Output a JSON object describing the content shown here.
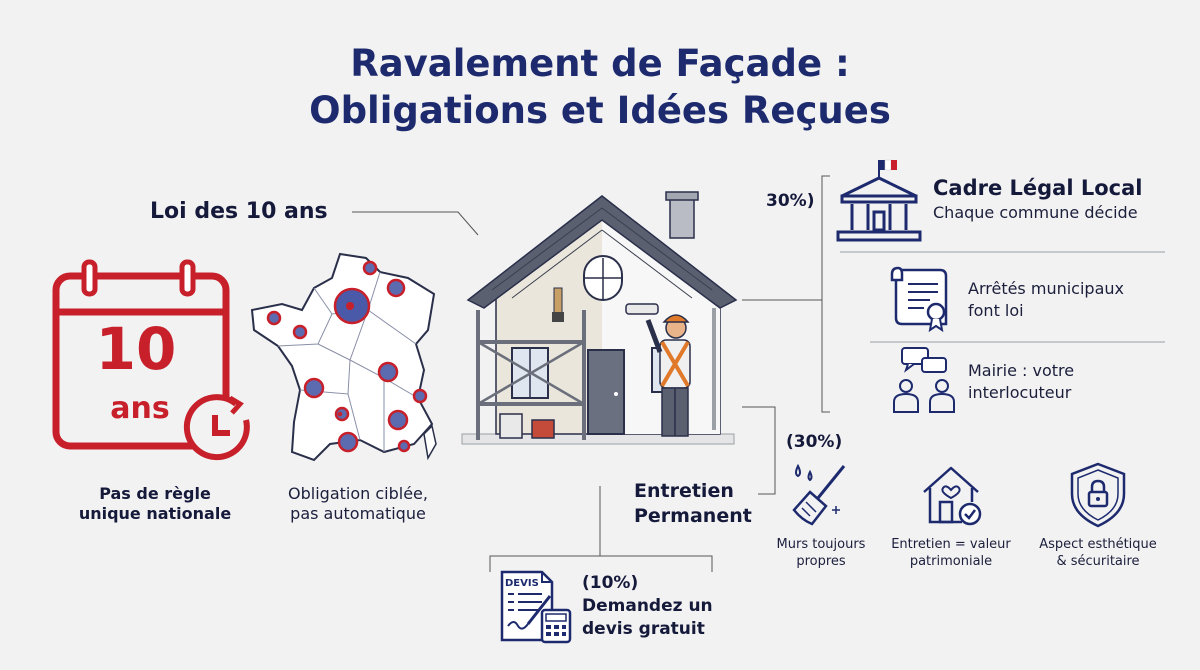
{
  "title": {
    "line1": "Ravalement de Façade :",
    "line2": "Obligations et Idées Reçues"
  },
  "loi": {
    "heading": "Loi des 10 ans",
    "calendar_number": "10",
    "calendar_unit": "ans",
    "caption_left_line1": "Pas de règle",
    "caption_left_line2": "unique nationale",
    "caption_map_line1": "Obligation ciblée,",
    "caption_map_line2": "pas automatique"
  },
  "cadre": {
    "percent": "30%)",
    "heading": "Cadre Légal Local",
    "subtitle": "Chaque commune décide",
    "item1_line1": "Arrêtés municipaux",
    "item1_line2": "font loi",
    "item2_line1": "Mairie : votre",
    "item2_line2": "interlocuteur"
  },
  "entretien": {
    "percent": "(30%)",
    "heading_line1": "Entretien",
    "heading_line2": "Permanent",
    "items": [
      {
        "line1": "Murs toujours",
        "line2": "propres"
      },
      {
        "line1": "Entretien = valeur",
        "line2": "patrimoniale"
      },
      {
        "line1": "Aspect esthétique",
        "line2": "& sécuritaire"
      }
    ]
  },
  "devis": {
    "percent": "(10%)",
    "line1": "Demandez un",
    "line2": "devis gratuit",
    "doc_label": "DEVIS"
  },
  "colors": {
    "navy": "#1d2a6e",
    "red": "#c8202a",
    "background": "#f2f2f3"
  }
}
